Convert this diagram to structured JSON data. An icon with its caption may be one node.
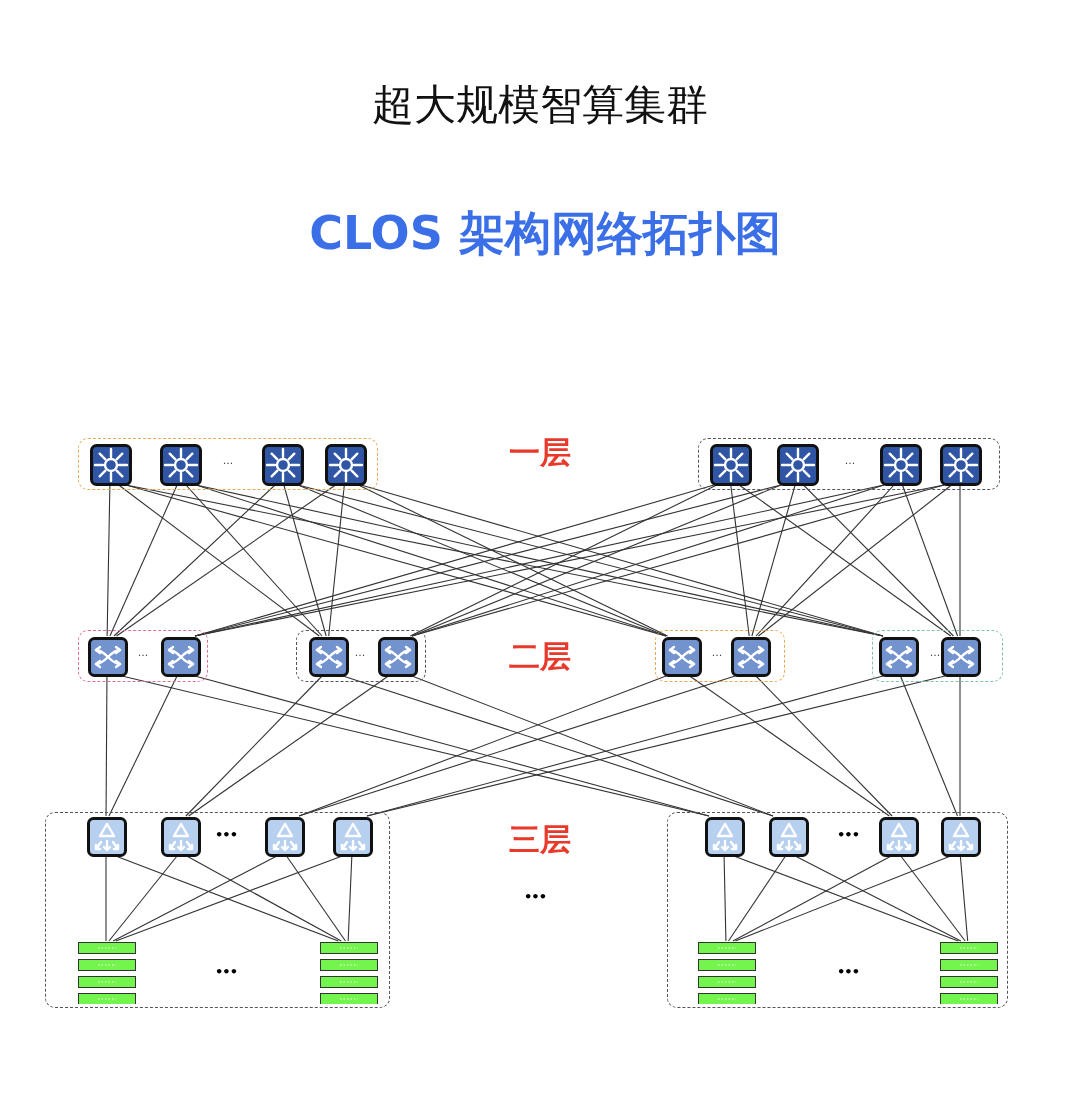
{
  "diagram": {
    "title": "超大规模智算集群",
    "caption": "CLOS 架构网络拓扑图",
    "nodes": [
      {
        "text": [],
        "shape": "box"
      },
      {
        "text": [],
        "shape": "box",
        "in": 0
      },
      {
        "text": [],
        "shape": "box",
        "in": 0
      },
      {
        "text": [],
        "shape": "box",
        "in": 0
      },
      {
        "text": [],
        "shape": "box",
        "in": 0
      },
      {
        "text": [],
        "shape": "box"
      },
      {
        "text": [],
        "shape": "box",
        "in": 5
      },
      {
        "text": [],
        "shape": "box",
        "in": 5
      },
      {
        "text": [],
        "shape": "box",
        "in": 5
      },
      {
        "text": [],
        "shape": "box",
        "in": 5
      },
      {
        "text": [],
        "shape": "box"
      },
      {
        "text": [],
        "shape": "box",
        "in": 10
      },
      {
        "text": [],
        "shape": "box",
        "in": 10
      },
      {
        "text": [],
        "shape": "box"
      },
      {
        "text": [],
        "shape": "box",
        "in": 13
      },
      {
        "text": [],
        "shape": "box",
        "in": 13
      },
      {
        "text": [],
        "shape": "box"
      },
      {
        "text": [],
        "shape": "box",
        "in": 16
      },
      {
        "text": [],
        "shape": "box",
        "in": 16
      },
      {
        "text": [],
        "shape": "box"
      },
      {
        "text": [],
        "shape": "box",
        "in": 19
      },
      {
        "text": [],
        "shape": "box",
        "in": 19
      },
      {
        "text": [],
        "shape": "box"
      },
      {
        "text": [],
        "shape": "box",
        "in": 22
      },
      {
        "text": [],
        "shape": "box",
        "in": 22
      },
      {
        "text": [],
        "shape": "box",
        "in": 22
      },
      {
        "text": [],
        "shape": "box",
        "in": 22
      },
      {
        "text": [],
        "shape": "box",
        "in": 22
      },
      {
        "text": [],
        "shape": "box",
        "in": 22
      },
      {
        "text": [],
        "shape": "box"
      },
      {
        "text": [],
        "shape": "box",
        "in": 29
      },
      {
        "text": [],
        "shape": "box",
        "in": 29
      },
      {
        "text": [],
        "shape": "box",
        "in": 29
      },
      {
        "text": [],
        "shape": "box",
        "in": 29
      },
      {
        "text": [],
        "shape": "box",
        "in": 29
      },
      {
        "text": [],
        "shape": "box",
        "in": 29
      }
    ],
    "edges": [
      {
        "from": 1,
        "to": 11,
        "arrow": "none"
      },
      {
        "from": 1,
        "to": 14,
        "arrow": "none"
      },
      {
        "from": 1,
        "to": 17,
        "arrow": "none"
      },
      {
        "from": 1,
        "to": 20,
        "arrow": "none"
      },
      {
        "from": 2,
        "to": 11,
        "arrow": "none"
      },
      {
        "from": 2,
        "to": 14,
        "arrow": "none"
      },
      {
        "from": 2,
        "to": 17,
        "arrow": "none"
      },
      {
        "from": 2,
        "to": 20,
        "arrow": "none"
      },
      {
        "from": 3,
        "to": 11,
        "arrow": "none"
      },
      {
        "from": 3,
        "to": 14,
        "arrow": "none"
      },
      {
        "from": 3,
        "to": 17,
        "arrow": "none"
      },
      {
        "from": 3,
        "to": 20,
        "arrow": "none"
      },
      {
        "from": 4,
        "to": 11,
        "arrow": "none"
      },
      {
        "from": 4,
        "to": 14,
        "arrow": "none"
      },
      {
        "from": 4,
        "to": 17,
        "arrow": "none"
      },
      {
        "from": 4,
        "to": 20,
        "arrow": "none"
      },
      {
        "from": 6,
        "to": 12,
        "arrow": "none"
      },
      {
        "from": 6,
        "to": 15,
        "arrow": "none"
      },
      {
        "from": 6,
        "to": 18,
        "arrow": "none"
      },
      {
        "from": 6,
        "to": 21,
        "arrow": "none"
      },
      {
        "from": 7,
        "to": 12,
        "arrow": "none"
      },
      {
        "from": 7,
        "to": 15,
        "arrow": "none"
      },
      {
        "from": 7,
        "to": 18,
        "arrow": "none"
      },
      {
        "from": 7,
        "to": 21,
        "arrow": "none"
      },
      {
        "from": 8,
        "to": 12,
        "arrow": "none"
      },
      {
        "from": 8,
        "to": 15,
        "arrow": "none"
      },
      {
        "from": 8,
        "to": 18,
        "arrow": "none"
      },
      {
        "from": 8,
        "to": 21,
        "arrow": "none"
      },
      {
        "from": 9,
        "to": 12,
        "arrow": "none"
      },
      {
        "from": 9,
        "to": 15,
        "arrow": "none"
      },
      {
        "from": 9,
        "to": 18,
        "arrow": "none"
      },
      {
        "from": 9,
        "to": 21,
        "arrow": "none"
      },
      {
        "from": 11,
        "to": 23,
        "arrow": "none"
      },
      {
        "from": 11,
        "to": 30,
        "arrow": "none"
      },
      {
        "from": 12,
        "to": 23,
        "arrow": "none"
      },
      {
        "from": 12,
        "to": 30,
        "arrow": "none"
      },
      {
        "from": 14,
        "to": 24,
        "arrow": "none"
      },
      {
        "from": 14,
        "to": 31,
        "arrow": "none"
      },
      {
        "from": 15,
        "to": 24,
        "arrow": "none"
      },
      {
        "from": 15,
        "to": 31,
        "arrow": "none"
      },
      {
        "from": 17,
        "to": 25,
        "arrow": "none"
      },
      {
        "from": 17,
        "to": 32,
        "arrow": "none"
      },
      {
        "from": 18,
        "to": 25,
        "arrow": "none"
      },
      {
        "from": 18,
        "to": 32,
        "arrow": "none"
      },
      {
        "from": 20,
        "to": 26,
        "arrow": "none"
      },
      {
        "from": 20,
        "to": 33,
        "arrow": "none"
      },
      {
        "from": 21,
        "to": 26,
        "arrow": "none"
      },
      {
        "from": 21,
        "to": 33,
        "arrow": "none"
      },
      {
        "from": 23,
        "to": 27,
        "arrow": "none"
      },
      {
        "from": 23,
        "to": 28,
        "arrow": "none"
      },
      {
        "from": 24,
        "to": 27,
        "arrow": "none"
      },
      {
        "from": 24,
        "to": 28,
        "arrow": "none"
      },
      {
        "from": 25,
        "to": 27,
        "arrow": "none"
      },
      {
        "from": 25,
        "to": 28,
        "arrow": "none"
      },
      {
        "from": 26,
        "to": 27,
        "arrow": "none"
      },
      {
        "from": 26,
        "to": 28,
        "arrow": "none"
      },
      {
        "from": 30,
        "to": 34,
        "arrow": "none"
      },
      {
        "from": 30,
        "to": 35,
        "arrow": "none"
      },
      {
        "from": 31,
        "to": 34,
        "arrow": "none"
      },
      {
        "from": 31,
        "to": 35,
        "arrow": "none"
      },
      {
        "from": 32,
        "to": 34,
        "arrow": "none"
      },
      {
        "from": 32,
        "to": 35,
        "arrow": "none"
      },
      {
        "from": 33,
        "to": 34,
        "arrow": "none"
      },
      {
        "from": 33,
        "to": 35,
        "arrow": "none"
      }
    ],
    "labels": [
      "...",
      "一层",
      "...",
      "...",
      "...",
      "二层",
      "...",
      "...",
      "•••",
      "三层",
      "•••",
      "•••",
      "•••",
      "•••"
    ]
  }
}
